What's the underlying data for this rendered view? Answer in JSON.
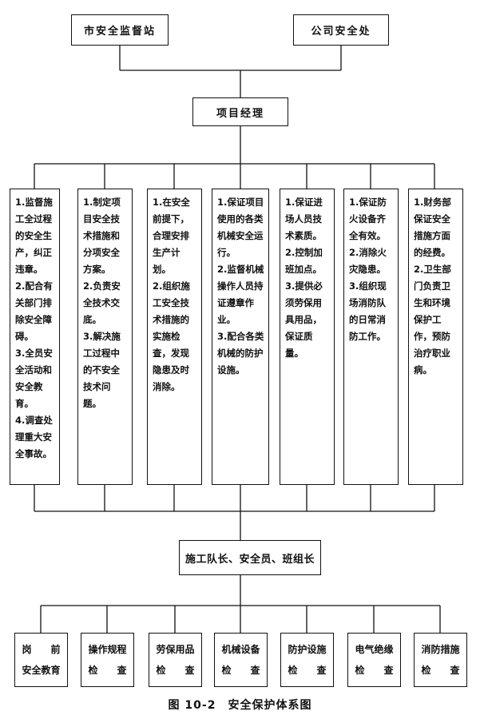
{
  "top": {
    "left_box": "市安全监督站",
    "right_box": "公司安全处"
  },
  "manager": "项目经理",
  "duties": [
    {
      "items": [
        "1.监督施工全过程的安全生产，纠正违章。",
        "2.配合有关部门排除安全障碍。",
        "3.全员安全活动和安全教育。",
        "4.调查处理重大安全事故。"
      ]
    },
    {
      "items": [
        "1.制定项目安全技术措施和分项安全方案。",
        "2.负责安全技术交底。",
        "3.解决施工过程中的不安全技术问题。"
      ]
    },
    {
      "items": [
        "1.在安全前提下，合理安排生产计划。",
        "2.组织施工安全技术措施的实施检查，发现隐患及时消除。"
      ]
    },
    {
      "items": [
        "1.保证项目使用的各类机械安全运行。",
        "2.监督机械操作人员持证遵章作业。",
        "3.配合各类机械的防护设施。"
      ]
    },
    {
      "items": [
        "1.保证进场人员技术素质。",
        "2.控制加班加点。",
        "3.提供必须劳保用具用品，保证质量。"
      ]
    },
    {
      "items": [
        "1.保证防火设备齐全有效。",
        "2.消除火灾隐患。",
        "3.组织现场消防队的日常消防工作。"
      ]
    },
    {
      "items": [
        "1.财务部保证安全措施方面的经费。",
        "2.卫生部门负责卫生和环境保护工作，预防治疗职业病。"
      ]
    }
  ],
  "team": "施工队长、安全员、班组长",
  "checks": [
    {
      "line1": "岗　　前",
      "line2": "安全教育"
    },
    {
      "line1": "操作规程",
      "line2": "检　　查"
    },
    {
      "line1": "劳保用品",
      "line2": "检　　查"
    },
    {
      "line1": "机械设备",
      "line2": "检　　查"
    },
    {
      "line1": "防护设施",
      "line2": "检　　查"
    },
    {
      "line1": "电气绝缘",
      "line2": "检　　查"
    },
    {
      "line1": "消防措施",
      "line2": "检　　查"
    }
  ],
  "caption": "图 10-2　安全保护体系图"
}
